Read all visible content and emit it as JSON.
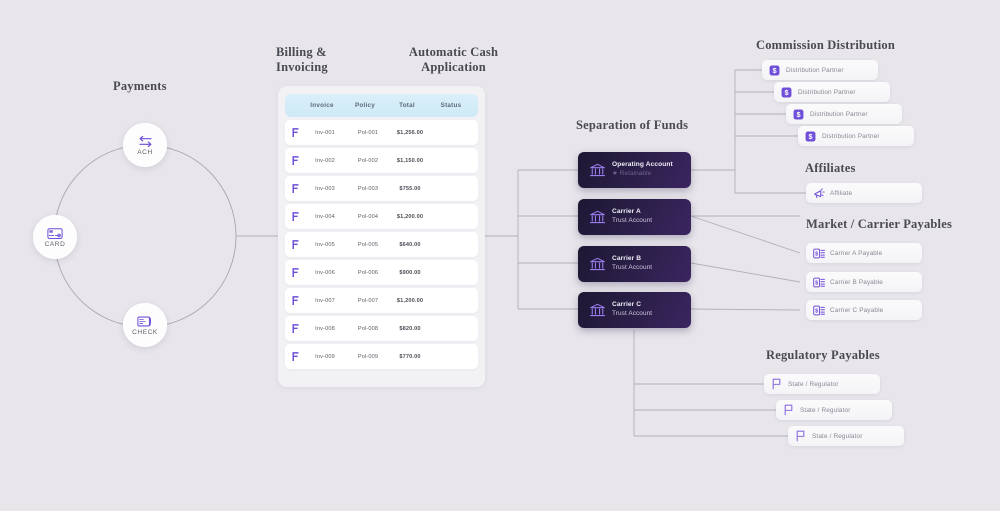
{
  "canvas": {
    "background": "#e8e6eb",
    "accent": "#6f4fd8",
    "card_dark": "#2a1f47"
  },
  "payments": {
    "title": "Payments",
    "nodes": [
      {
        "label": "ACH",
        "icon": "ach-transfer-icon"
      },
      {
        "label": "CARD",
        "icon": "credit-card-icon"
      },
      {
        "label": "CHECK",
        "icon": "check-icon"
      }
    ]
  },
  "billing": {
    "title": "Billing &\nInvoicing",
    "auto_cash_title": "Automatic Cash\nApplication",
    "columns": [
      "Invoice",
      "Policy",
      "Total",
      "Status"
    ],
    "rows": [
      {
        "invoice": "Inv-001",
        "policy": "Pol-001",
        "total": "$1,256.00",
        "status": ""
      },
      {
        "invoice": "Inv-002",
        "policy": "Pol-002",
        "total": "$1,150.00",
        "status": ""
      },
      {
        "invoice": "Inv-003",
        "policy": "Pol-003",
        "total": "$755.00",
        "status": ""
      },
      {
        "invoice": "Inv-004",
        "policy": "Pol-004",
        "total": "$1,200.00",
        "status": ""
      },
      {
        "invoice": "Inv-005",
        "policy": "Pol-005",
        "total": "$640.00",
        "status": ""
      },
      {
        "invoice": "Inv-006",
        "policy": "Pol-006",
        "total": "$900.00",
        "status": ""
      },
      {
        "invoice": "Inv-007",
        "policy": "Pol-007",
        "total": "$1,200.00",
        "status": ""
      },
      {
        "invoice": "Inv-008",
        "policy": "Pol-008",
        "total": "$820.00",
        "status": ""
      },
      {
        "invoice": "Inv-009",
        "policy": "Pol-009",
        "total": "$770.00",
        "status": ""
      }
    ]
  },
  "separation": {
    "title": "Separation of Funds",
    "cards": [
      {
        "name": "Operating Account",
        "sub": "Retainable",
        "sub_badge": "★",
        "icon": "bank-icon"
      },
      {
        "name": "Carrier A",
        "sub": "Trust Account",
        "sub_badge": "",
        "icon": "bank-icon"
      },
      {
        "name": "Carrier B",
        "sub": "Trust Account",
        "sub_badge": "",
        "icon": "bank-icon"
      },
      {
        "name": "Carrier C",
        "sub": "Trust Account",
        "sub_badge": "",
        "icon": "bank-icon"
      }
    ]
  },
  "commission": {
    "title": "Commission Distribution",
    "items": [
      {
        "label": "Distribution Partner",
        "icon": "dollar-badge-icon"
      },
      {
        "label": "Distribution Partner",
        "icon": "dollar-badge-icon"
      },
      {
        "label": "Distribution Partner",
        "icon": "dollar-badge-icon"
      },
      {
        "label": "Distribution Partner",
        "icon": "dollar-badge-icon"
      }
    ]
  },
  "affiliates": {
    "title": "Affiliates",
    "items": [
      {
        "label": "Affiliate",
        "icon": "megaphone-icon"
      }
    ]
  },
  "payables": {
    "title": "Market / Carrier Payables",
    "items": [
      {
        "label": "Carrier A Payable",
        "icon": "invoice-icon"
      },
      {
        "label": "Carrier B Payable",
        "icon": "invoice-icon"
      },
      {
        "label": "Carrier C Payable",
        "icon": "invoice-icon"
      }
    ]
  },
  "regulatory": {
    "title": "Regulatory Payables",
    "items": [
      {
        "label": "State / Regulator",
        "icon": "flag-icon"
      },
      {
        "label": "State / Regulator",
        "icon": "flag-icon"
      },
      {
        "label": "State / Regulator",
        "icon": "flag-icon"
      }
    ]
  }
}
